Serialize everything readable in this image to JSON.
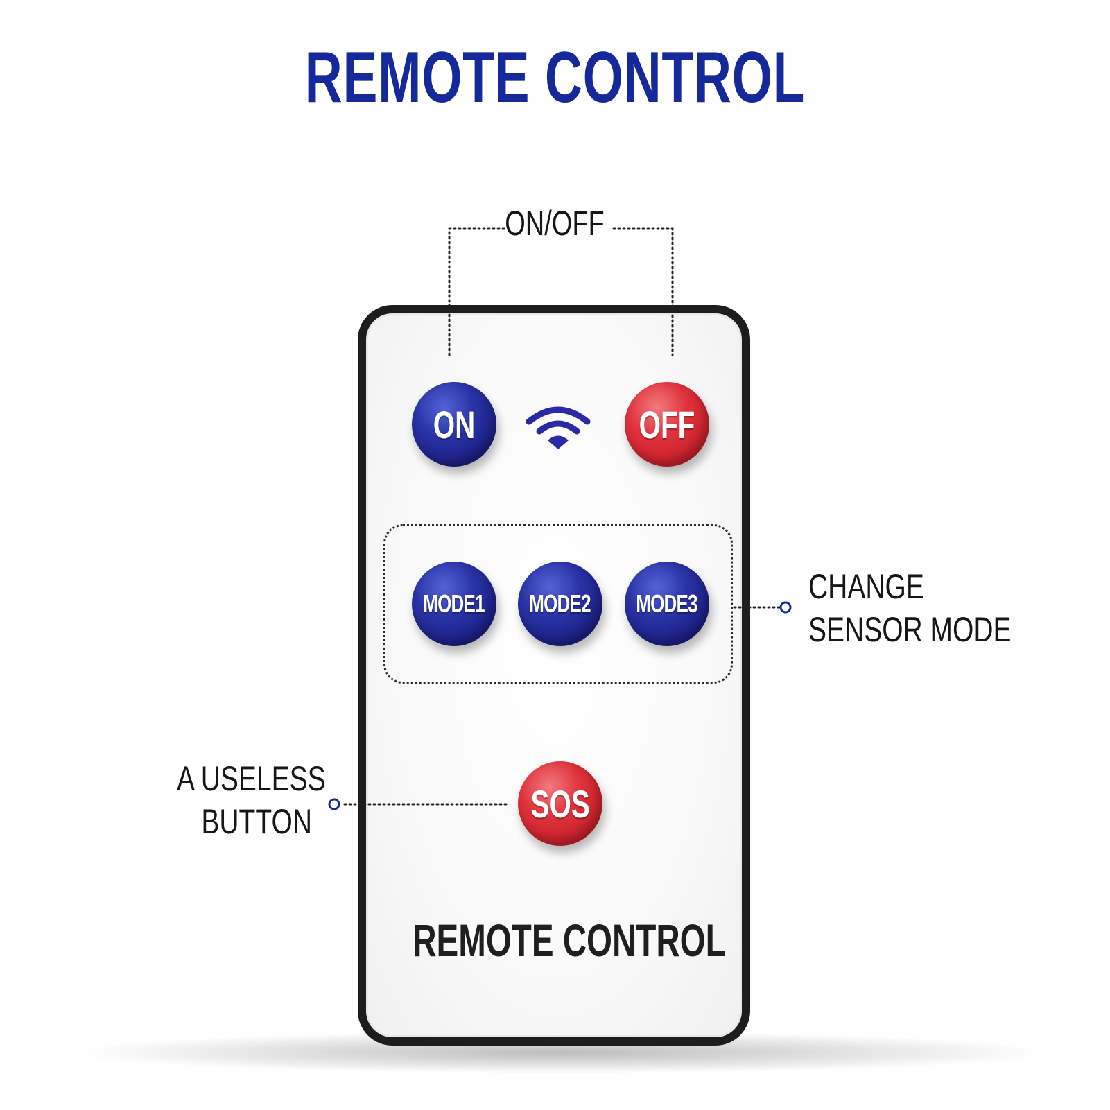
{
  "title": "REMOTE CONTROL",
  "remote": {
    "brand": "REMOTE CONTROL",
    "buttons": {
      "on": "ON",
      "off": "OFF",
      "mode1": "MODE1",
      "mode2": "MODE2",
      "mode3": "MODE3",
      "sos": "SOS"
    },
    "icons": {
      "signal": "wifi-icon"
    }
  },
  "callouts": {
    "onoff": "ON/OFF",
    "mode_line1": "CHANGE",
    "mode_line2": "SENSOR MODE",
    "useless_line1": "A USELESS",
    "useless_line2": "BUTTON"
  },
  "colors": {
    "title_blue": "#15299a",
    "button_blue": "#2a33a6",
    "button_red": "#e0323c",
    "outline": "#1d1d1d"
  }
}
